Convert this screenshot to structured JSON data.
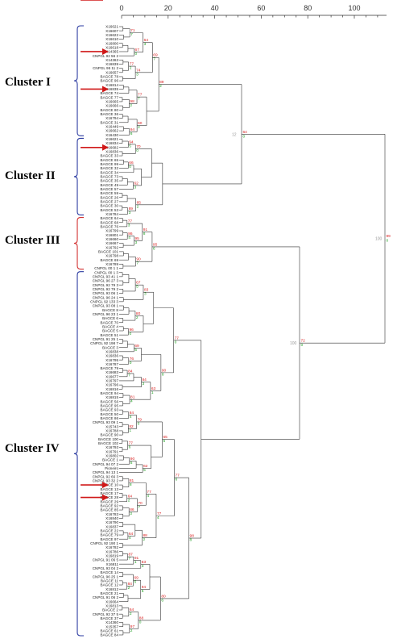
{
  "axis": {
    "ticks": [
      "0",
      "20",
      "40",
      "60",
      "80",
      "100"
    ]
  },
  "clusters": [
    {
      "label": "Cluster I"
    },
    {
      "label": "Cluster II"
    },
    {
      "label": "Cluster III"
    },
    {
      "label": "Cluster IV"
    }
  ],
  "leaves": [
    "X16621",
    "X16607",
    "X16622",
    "X16610",
    "X16800",
    "X16618",
    "X14365",
    "CNPGL 92 56 2",
    "X14363",
    "X16839",
    "CNPGL 95 11 2",
    "X16657",
    "BAGCE 78",
    "BAGCE 96",
    "X16814",
    "X16835",
    "BAGCE 74",
    "BAGCE 77",
    "X16665",
    "X16666",
    "BAGCE 80",
    "BAGCE 36",
    "X16794",
    "BAGCE 31",
    "X16449",
    "X16662",
    "X16430",
    "X16621",
    "X16834",
    "X16682",
    "X16836",
    "BAGCE 33",
    "BAGCE 65",
    "BAGCE 99",
    "BAGCE 32",
    "BAGCE 34",
    "BAGCE 73",
    "BAGCE 35",
    "BAGCE 49",
    "BAGCE 57",
    "BAGCE 59",
    "BAGCE 26",
    "BAGCE 27",
    "BAGCE 30",
    "BAGCE 53",
    "X16784",
    "BAGCE 64",
    "BAGCE 68",
    "BAGCE 76",
    "X16799",
    "X16801",
    "X16660",
    "X16667",
    "X16792",
    "BAGCE 101",
    "X16798",
    "BAGCE 69",
    "X16789",
    "CNPGL 00 1 1",
    "CNPGL 00 1 3",
    "CNPGL 93 41 1",
    "CNPGL 96 27 3",
    "CNPGL 92 79 3",
    "CNPGL 92 79 2",
    "CNPGL 93 06 1",
    "CNPGL 96 24 1",
    "CNPGL 92 133 3",
    "CNPGL 93 08 1",
    "BAGCE 8",
    "CNPGL 96 23 1",
    "BAGCE 6",
    "BAGCE 70",
    "BAGCE 4",
    "BAGCE 5",
    "BAGCE 51",
    "CNPGL 91 25 1",
    "CNPGL 92 198 7",
    "BAGCE 3",
    "X16838",
    "X16836",
    "X16795",
    "X16787",
    "BAGCE 79",
    "X16683",
    "X16677",
    "X16797",
    "X16796",
    "X16816",
    "BAGCE 94",
    "X16815",
    "BAGCE 56",
    "BAGCE 95",
    "BAGCE 93",
    "BAGCE 50",
    "BAGCE 86",
    "CNPGL 93 09 1",
    "X15743",
    "X16788",
    "BAGCE 90",
    "BAGCE 100",
    "BAGCE 102",
    "X16793",
    "X16791",
    "X16802",
    "BAGCE 1",
    "CNPGL 94 07 2",
    "Pioneiro",
    "CNPGL 94 13 1",
    "CNPGL 92 66 3",
    "CNPGL 93 32 2",
    "BAGCE 10",
    "BAGCE 13",
    "BAGCE 17",
    "BAGCE 28",
    "BAGCE 29",
    "BAGCE 92",
    "BAGCE 85",
    "X16783",
    "X16840",
    "X16790",
    "X16837",
    "BAGCE 22",
    "BAGCE 79",
    "BAGCE 97",
    "CNPGL 92 190 1",
    "X16782",
    "X16786",
    "X16819",
    "CNPGL 91 06 5",
    "X16811",
    "CNPGL 93 04 2",
    "BAGCE 14",
    "CNPGL 96 25 1",
    "BAGCE 11",
    "BAGCE 12",
    "X16812",
    "BAGCE 21",
    "CNPGL 91 06 2",
    "X16664",
    "X16813",
    "BAGCE 2",
    "CNPGL 92 37 5",
    "BAGCE 37",
    "X14360",
    "X15357",
    "BAGCE 61",
    "BAGCE 84"
  ]
}
